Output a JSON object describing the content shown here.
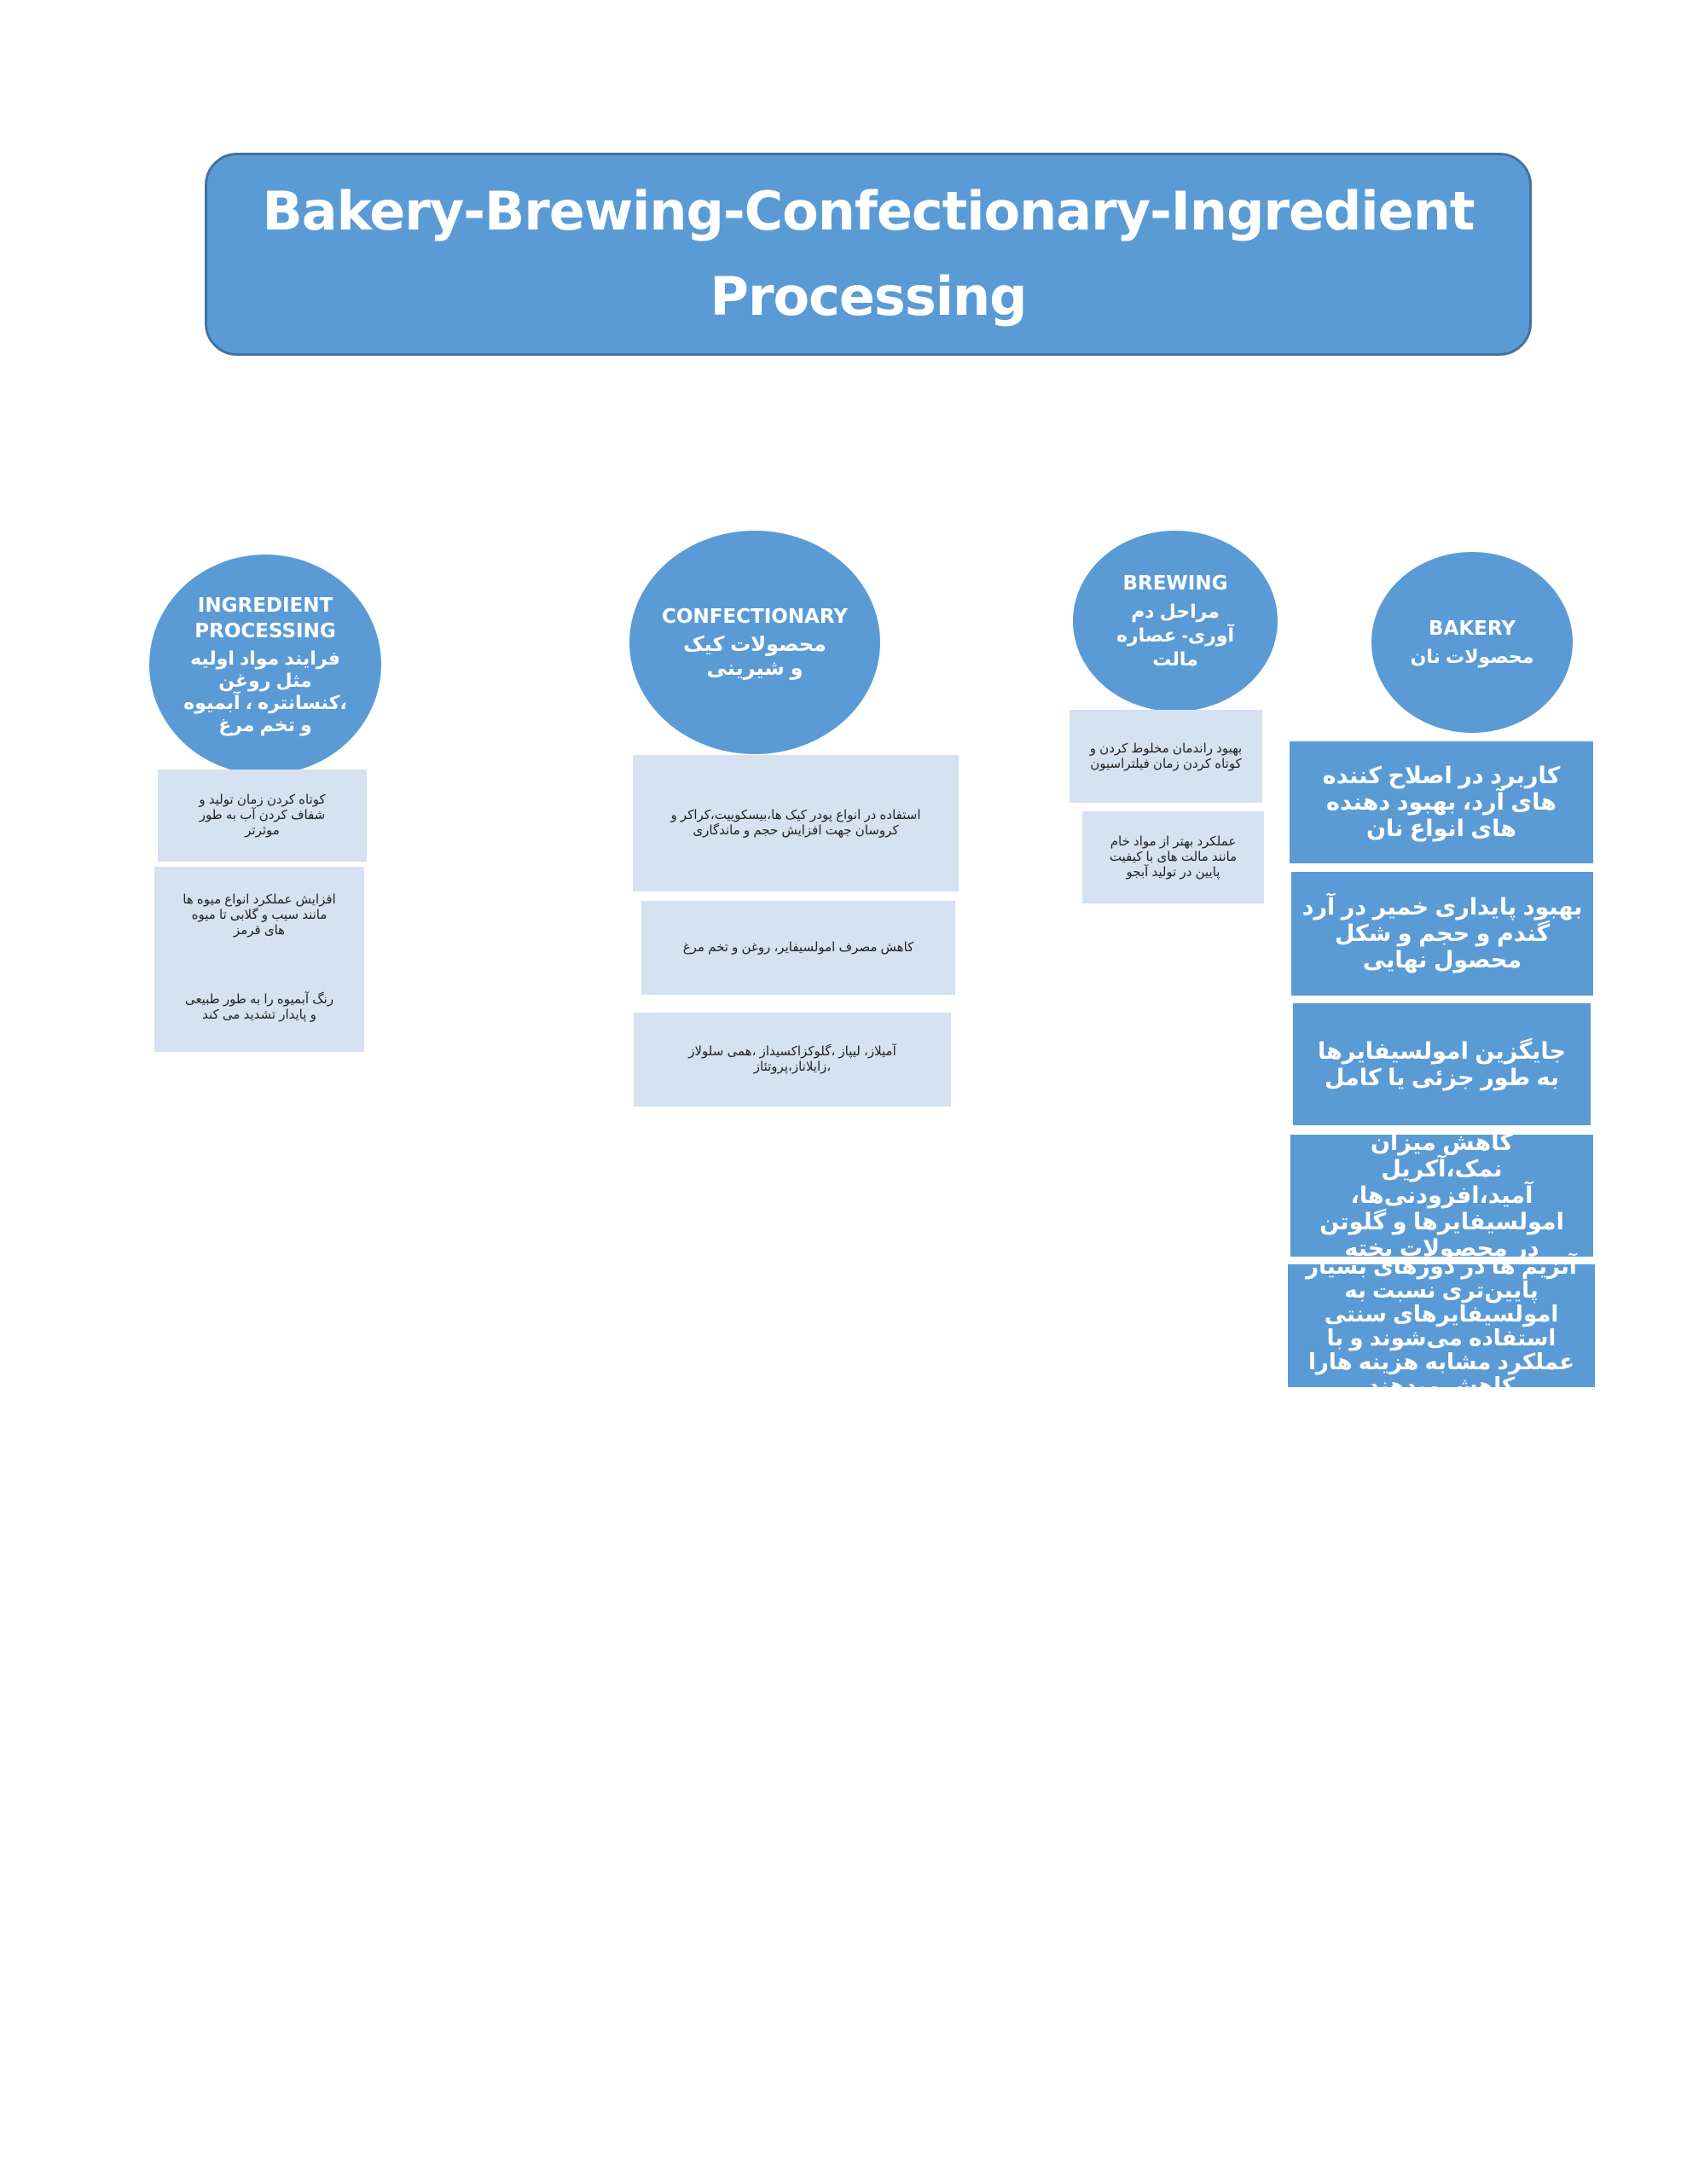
{
  "title": "Bakery-Brewing-Confectionary-Ingredient Processing",
  "colors": {
    "node_fill": "#5b9bd5",
    "node_border": "#41719c",
    "detail_fill": "#d6e1f1",
    "text_light": "#ffffff",
    "text_dark": "#222222"
  },
  "categories": {
    "ingredient": {
      "name": "INGREDIENT PROCESSING",
      "subtitle": "فرایند مواد اولیه مثل روغن ،کنسانتره ، آبمیوه و تخم مرغ",
      "items": [
        "کوتاه کردن زمان تولید و شفاف کردن آب به طور موثرتر",
        "افزایش عملکرد انواع میوه ها مانند سیب و گلابی تا میوه های قرمز",
        "رنگ آبمیوه را به طور طبیعی و پایدار تشدید می کند"
      ]
    },
    "confectionary": {
      "name": "CONFECTIONARY",
      "subtitle": "محصولات کیک و شیرینی",
      "items": [
        "استفاده در انواع پودر کیک ها،بیسکوییت،کراکر و کروسان جهت افزایش حجم و ماندگاری",
        "کاهش مصرف امولسیفایر، روغن و تخم مرغ",
        "آمیلاز، لیپاز ،گلوکزاکسیداز ،همی سلولاز ،زایلاناز،پروتئاز"
      ]
    },
    "brewing": {
      "name": "BREWING",
      "subtitle": "مراحل دم آوری- عصاره مالت",
      "items": [
        "بهبود راندمان مخلوط کردن و کوتاه کردن زمان فیلتراسیون",
        "عملکرد بهتر از مواد خام مانند مالت های با کیفیت پایین در تولید آبجو"
      ]
    },
    "bakery": {
      "name": "BAKERY",
      "subtitle": "محصولات نان",
      "items": [
        "کاربرد در اصلاح کننده های آرد، بهبود دهنده های انواع نان",
        "بهبود پایداری خمیر در آرد گندم و حجم و شکل محصول نهایی",
        "جایگزین امولسیفایرها به طور جزئی یا کامل",
        "کاهش میزان نمک،آکریل آمید،افزودنی‌ها، امولسیفایرها و گلوتن در محصولات پخته",
        "آنزیم ها در دوزهای بسیار پایین‌تری نسبت به امولسیفایرهای سنتی استفاده می‌شوند و با عملکرد مشابه هزینه هارا کاهش میدهند"
      ]
    }
  }
}
